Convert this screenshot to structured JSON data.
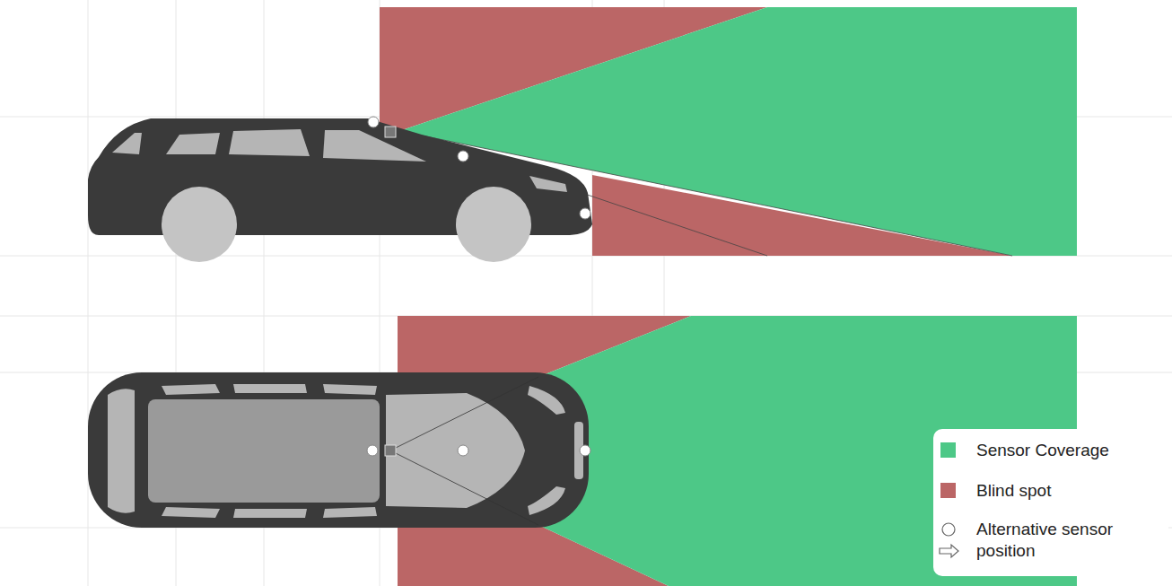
{
  "diagram": {
    "legend": [
      {
        "text": "Sensor Coverage",
        "color": "#4dc887"
      },
      {
        "text": "Blind spot",
        "color": "#bb6666"
      },
      {
        "text": "Alternative sensor position"
      }
    ]
  }
}
